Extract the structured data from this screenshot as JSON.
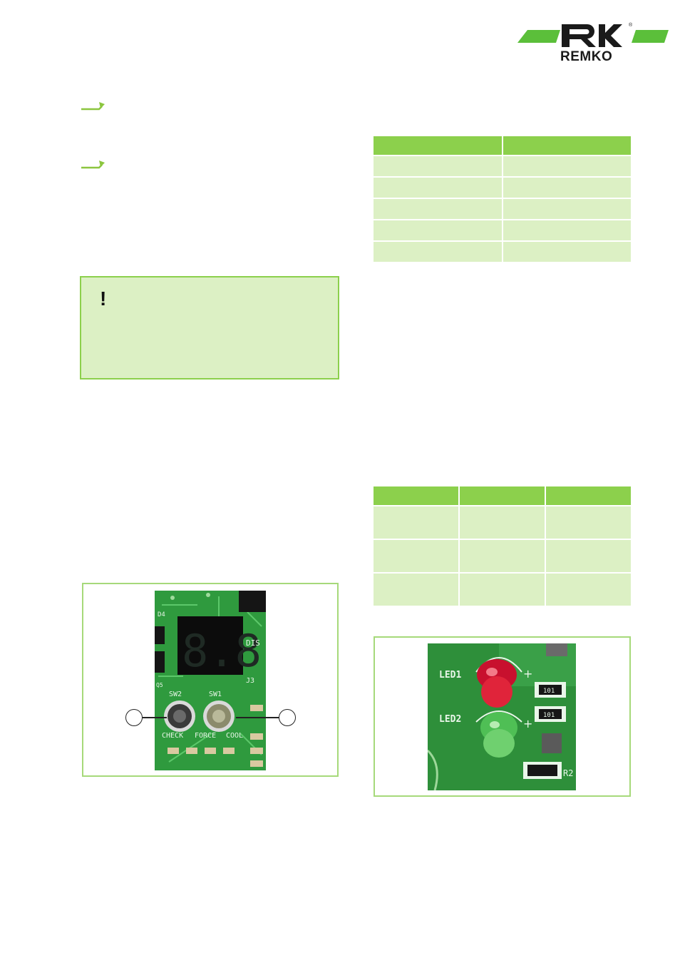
{
  "brand": {
    "logo_text": "REMKO",
    "registered_mark": "®",
    "colors": {
      "green": "#5bbf3a",
      "dark": "#1a1a1a"
    }
  },
  "colors": {
    "header_green": "#8cd04c",
    "cell_green": "#dcf0c4",
    "frame_green": "#a6d97a"
  },
  "notice": {
    "symbol": "!"
  },
  "table1": {
    "rows": 5,
    "columns": 2
  },
  "table2": {
    "rows": 3,
    "columns": 3
  },
  "figure1": {
    "callouts": 2,
    "photo_labels": [
      "D4",
      "DIS",
      "J3",
      "Q5",
      "SW2",
      "SW1",
      "CHECK",
      "FORCE",
      "COOL"
    ]
  },
  "figure2": {
    "photo_labels": [
      "LED1",
      "LED2",
      "101",
      "R2"
    ]
  }
}
